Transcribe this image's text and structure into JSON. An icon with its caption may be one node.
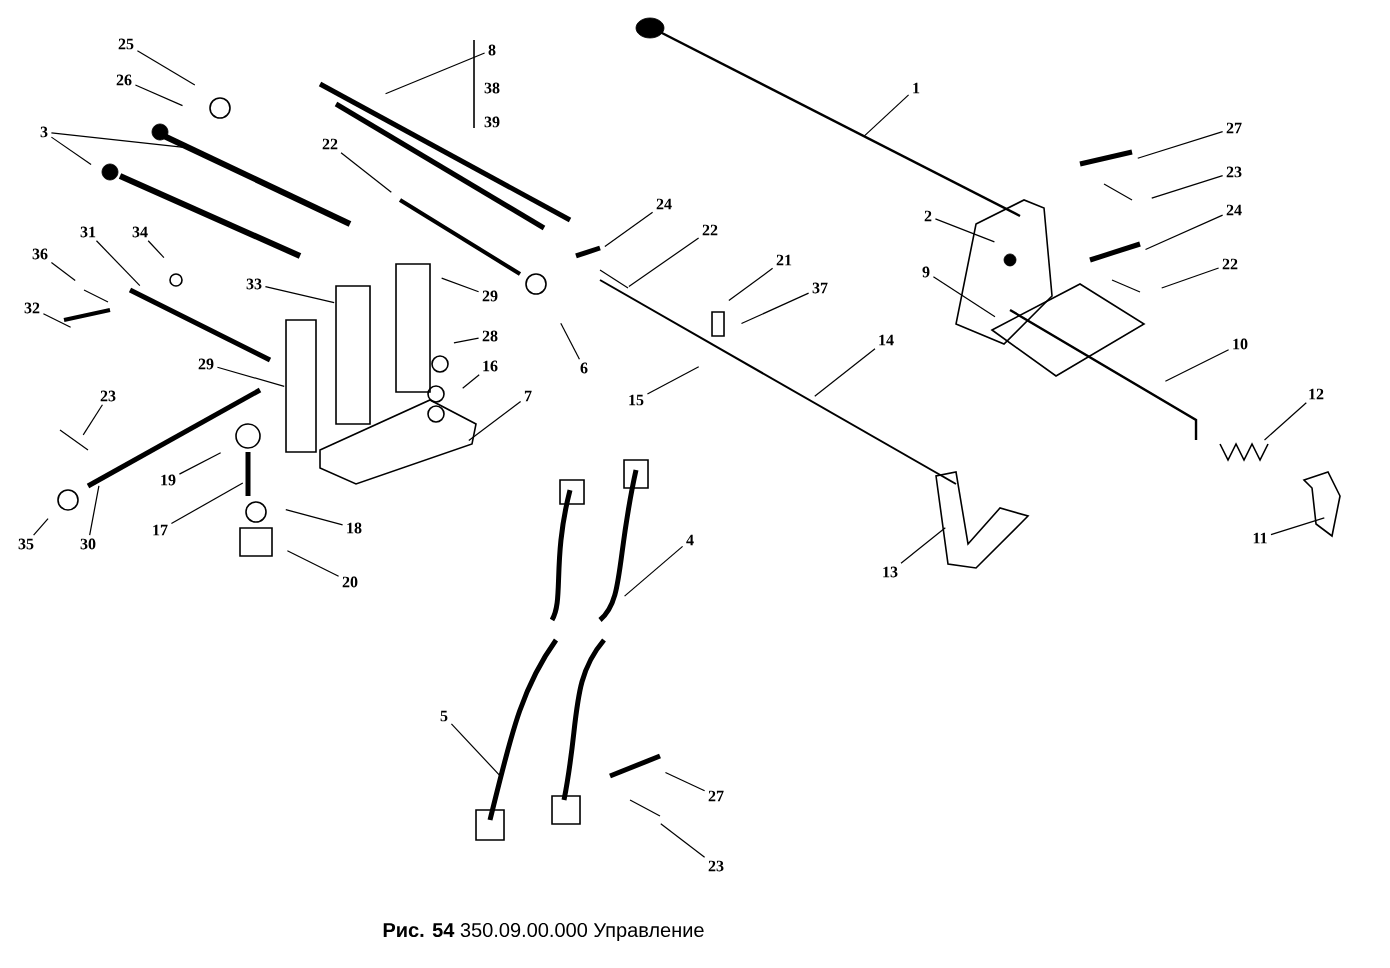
{
  "diagram": {
    "caption": "**Рис. 54** 350.09.00.000 Управление",
    "nodes": [
      {
        "text": [
          "25"
        ]
      },
      {
        "text": [
          "26"
        ]
      },
      {
        "text": [
          "3"
        ]
      },
      {
        "text": [
          "8"
        ]
      },
      {
        "text": [
          "1"
        ]
      },
      {
        "text": [
          "27"
        ]
      },
      {
        "text": [
          "23"
        ]
      },
      {
        "text": [
          "22"
        ]
      },
      {
        "text": [
          "2"
        ]
      },
      {
        "text": [
          "24"
        ]
      },
      {
        "text": [
          "24"
        ]
      },
      {
        "text": [
          "22"
        ]
      },
      {
        "text": [
          "31"
        ]
      },
      {
        "text": [
          "34"
        ]
      },
      {
        "text": [
          "36"
        ]
      },
      {
        "text": [
          "21"
        ]
      },
      {
        "text": [
          "9"
        ]
      },
      {
        "text": [
          "33"
        ]
      },
      {
        "text": [
          "29"
        ]
      },
      {
        "text": [
          "37"
        ]
      },
      {
        "text": [
          "32"
        ]
      },
      {
        "text": [
          "22"
        ]
      },
      {
        "text": [
          "28"
        ]
      },
      {
        "text": [
          "16"
        ]
      },
      {
        "text": [
          "29"
        ]
      },
      {
        "text": [
          "14"
        ]
      },
      {
        "text": [
          "10"
        ]
      },
      {
        "text": [
          "6"
        ]
      },
      {
        "text": [
          "23"
        ]
      },
      {
        "text": [
          "7"
        ]
      },
      {
        "text": [
          "12"
        ]
      },
      {
        "text": [
          "15"
        ]
      },
      {
        "text": [
          "19"
        ]
      },
      {
        "text": [
          "17"
        ]
      },
      {
        "text": [
          "18"
        ]
      },
      {
        "text": [
          "35"
        ]
      },
      {
        "text": [
          "30"
        ]
      },
      {
        "text": [
          "11"
        ]
      },
      {
        "text": [
          "4"
        ]
      },
      {
        "text": [
          "13"
        ]
      },
      {
        "text": [
          "20"
        ]
      },
      {
        "text": [
          "5"
        ]
      },
      {
        "text": [
          "27"
        ]
      },
      {
        "text": [
          "23"
        ]
      }
    ],
    "edges": [
      {
        "from": 0,
        "to": null,
        "arrow": "none"
      },
      {
        "from": 1,
        "to": null,
        "arrow": "none"
      },
      {
        "from": 2,
        "to": null,
        "arrow": "none"
      },
      {
        "from": 2,
        "to": null,
        "arrow": "none"
      },
      {
        "from": 3,
        "to": null,
        "arrow": "none"
      },
      {
        "from": 4,
        "to": null,
        "arrow": "none"
      },
      {
        "from": 5,
        "to": null,
        "arrow": "none"
      },
      {
        "from": 6,
        "to": null,
        "arrow": "none"
      },
      {
        "from": 7,
        "to": null,
        "arrow": "none"
      },
      {
        "from": 8,
        "to": null,
        "arrow": "none"
      },
      {
        "from": 9,
        "to": null,
        "arrow": "none"
      },
      {
        "from": 10,
        "to": null,
        "arrow": "none"
      },
      {
        "from": 11,
        "to": null,
        "arrow": "none"
      },
      {
        "from": 12,
        "to": null,
        "arrow": "none"
      },
      {
        "from": 13,
        "to": null,
        "arrow": "none"
      },
      {
        "from": 14,
        "to": null,
        "arrow": "none"
      },
      {
        "from": 15,
        "to": null,
        "arrow": "none"
      },
      {
        "from": 16,
        "to": null,
        "arrow": "none"
      },
      {
        "from": 17,
        "to": null,
        "arrow": "none"
      },
      {
        "from": 18,
        "to": null,
        "arrow": "none"
      },
      {
        "from": 19,
        "to": null,
        "arrow": "none"
      },
      {
        "from": 20,
        "to": null,
        "arrow": "none"
      },
      {
        "from": 21,
        "to": null,
        "arrow": "none"
      },
      {
        "from": 22,
        "to": null,
        "arrow": "none"
      },
      {
        "from": 23,
        "to": null,
        "arrow": "none"
      },
      {
        "from": 24,
        "to": null,
        "arrow": "none"
      },
      {
        "from": 25,
        "to": null,
        "arrow": "none"
      },
      {
        "from": 26,
        "to": null,
        "arrow": "none"
      },
      {
        "from": 27,
        "to": null,
        "arrow": "none"
      },
      {
        "from": 28,
        "to": null,
        "arrow": "none"
      },
      {
        "from": 29,
        "to": null,
        "arrow": "none"
      },
      {
        "from": 30,
        "to": null,
        "arrow": "none"
      },
      {
        "from": 31,
        "to": null,
        "arrow": "none"
      },
      {
        "from": 32,
        "to": null,
        "arrow": "none"
      },
      {
        "from": 33,
        "to": null,
        "arrow": "none"
      },
      {
        "from": 34,
        "to": null,
        "arrow": "none"
      },
      {
        "from": 35,
        "to": null,
        "arrow": "none"
      },
      {
        "from": 36,
        "to": null,
        "arrow": "none"
      },
      {
        "from": 37,
        "to": null,
        "arrow": "none"
      },
      {
        "from": 38,
        "to": null,
        "arrow": "none"
      },
      {
        "from": 39,
        "to": null,
        "arrow": "none"
      },
      {
        "from": 40,
        "to": null,
        "arrow": "none"
      },
      {
        "from": 41,
        "to": null,
        "arrow": "none"
      },
      {
        "from": 42,
        "to": null,
        "arrow": "none"
      },
      {
        "from": 43,
        "to": null,
        "arrow": "none"
      }
    ],
    "labels": [
      "38",
      "39"
    ]
  }
}
